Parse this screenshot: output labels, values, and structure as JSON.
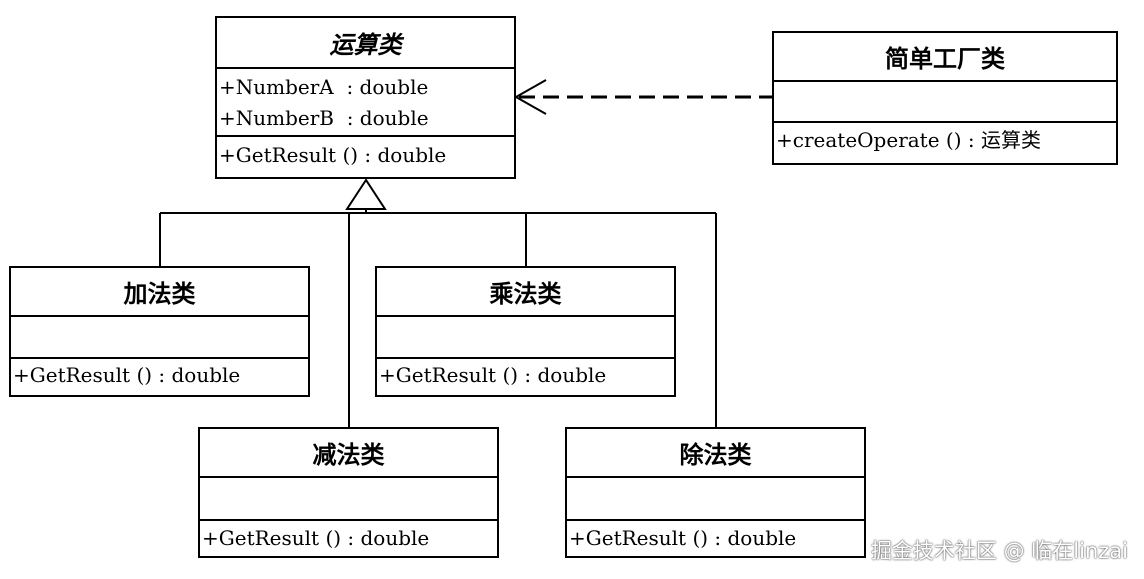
{
  "base_class": {
    "name": "运算类",
    "attributes": [
      "+NumberA  : double",
      "+NumberB  : double"
    ],
    "operations": [
      "+GetResult () : double"
    ]
  },
  "factory_class": {
    "name": "简单工厂类",
    "attributes": [],
    "operations": [
      "+createOperate () : 运算类"
    ]
  },
  "subclasses": {
    "add": {
      "name": "加法类",
      "operations": [
        "+GetResult () : double"
      ]
    },
    "mul": {
      "name": "乘法类",
      "operations": [
        "+GetResult () : double"
      ]
    },
    "sub": {
      "name": "减法类",
      "operations": [
        "+GetResult () : double"
      ]
    },
    "div": {
      "name": "除法类",
      "operations": [
        "+GetResult () : double"
      ]
    }
  },
  "watermark": "掘金技术社区 @ 临在linzai",
  "relationships": {
    "dependency": {
      "from": "简单工厂类",
      "to": "运算类",
      "style": "dashed-open-arrow"
    },
    "generalization": {
      "children": [
        "加法类",
        "减法类",
        "乘法类",
        "除法类"
      ],
      "parent": "运算类",
      "style": "hollow-triangle"
    }
  }
}
